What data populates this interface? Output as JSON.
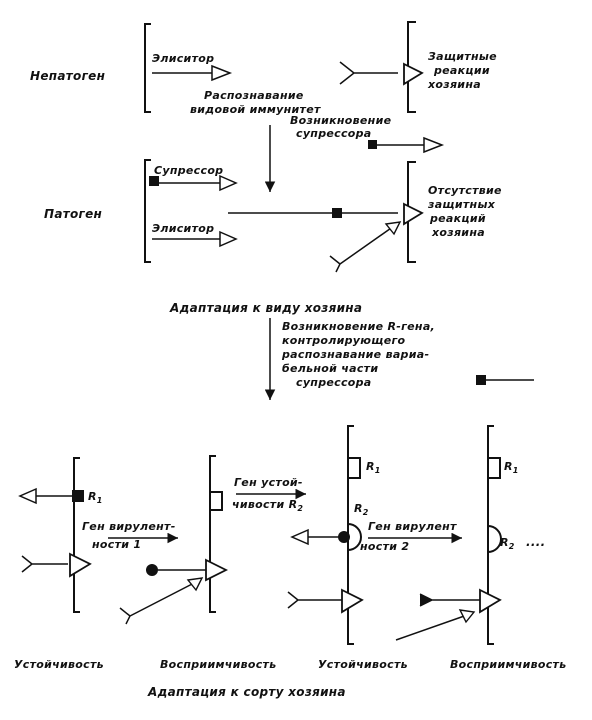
{
  "labels": {
    "nonpathogen": "Непатоген",
    "elicitor_top": "Элиситор",
    "defense_reactions": [
      "Защитные",
      "реакции",
      "хозяина"
    ],
    "species_immunity": [
      "Распознавание",
      "видовой иммунитет"
    ],
    "suppressor_emergence": [
      "Возникновение",
      "супрессора"
    ],
    "suppressor": "Супрессор",
    "pathogen": "Патоген",
    "elicitor_mid": "Элиситор",
    "no_defense": [
      "Отсутствие",
      "защитных",
      "реакций",
      "хозяина"
    ],
    "adapt_species": "Адаптация к виду хозяина",
    "r_gene_emergence": [
      "Возникновение R-гена,",
      "контролирующего",
      "распознавание вариа-",
      "бельной части",
      "супрессора"
    ],
    "r1": "R",
    "r1_sub": "1",
    "r2": "R",
    "r2_sub": "2",
    "virulence_gene_1": [
      "Ген вирулент-",
      "ности 1"
    ],
    "resistance_gene_r2": [
      "Ген устой-",
      "чивости R"
    ],
    "virulence_gene_2": [
      "Ген вирулент",
      "ности 2"
    ],
    "ellipsis": "....",
    "bottom_labels": [
      "Устойчивость",
      "Восприимчивость",
      "Устойчивость",
      "Восприимчивость"
    ],
    "adapt_variety": "Адаптация к сорту хозяина"
  }
}
